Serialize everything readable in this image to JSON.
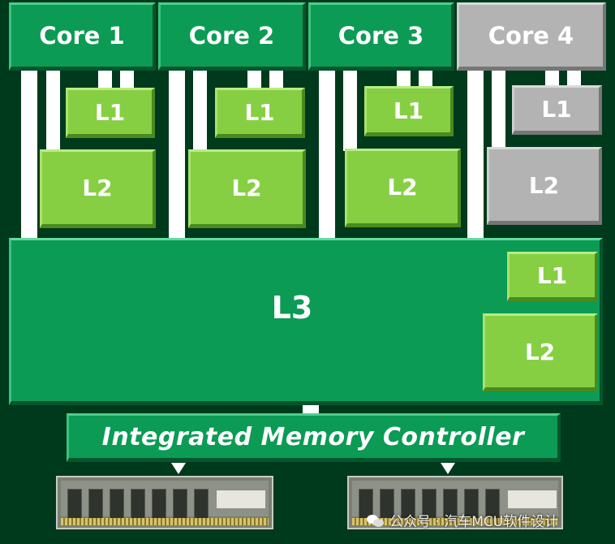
{
  "cores": [
    {
      "label": "Core 1",
      "style": "active"
    },
    {
      "label": "Core 2",
      "style": "active"
    },
    {
      "label": "Core 3",
      "style": "active"
    },
    {
      "label": "Core 4",
      "style": "inactive"
    }
  ],
  "cache": {
    "l1": "L1",
    "l2": "L2",
    "l3": "L3"
  },
  "memory_controller": "Integrated Memory Controller",
  "watermark": "公众号 · 汽车MCU软件设计",
  "colors": {
    "background": "#003a1c",
    "core_active": "#0b9b55",
    "cache_l1_l2": "#86cf43",
    "inactive": "#b3b3b3",
    "connector": "#ffffff"
  }
}
